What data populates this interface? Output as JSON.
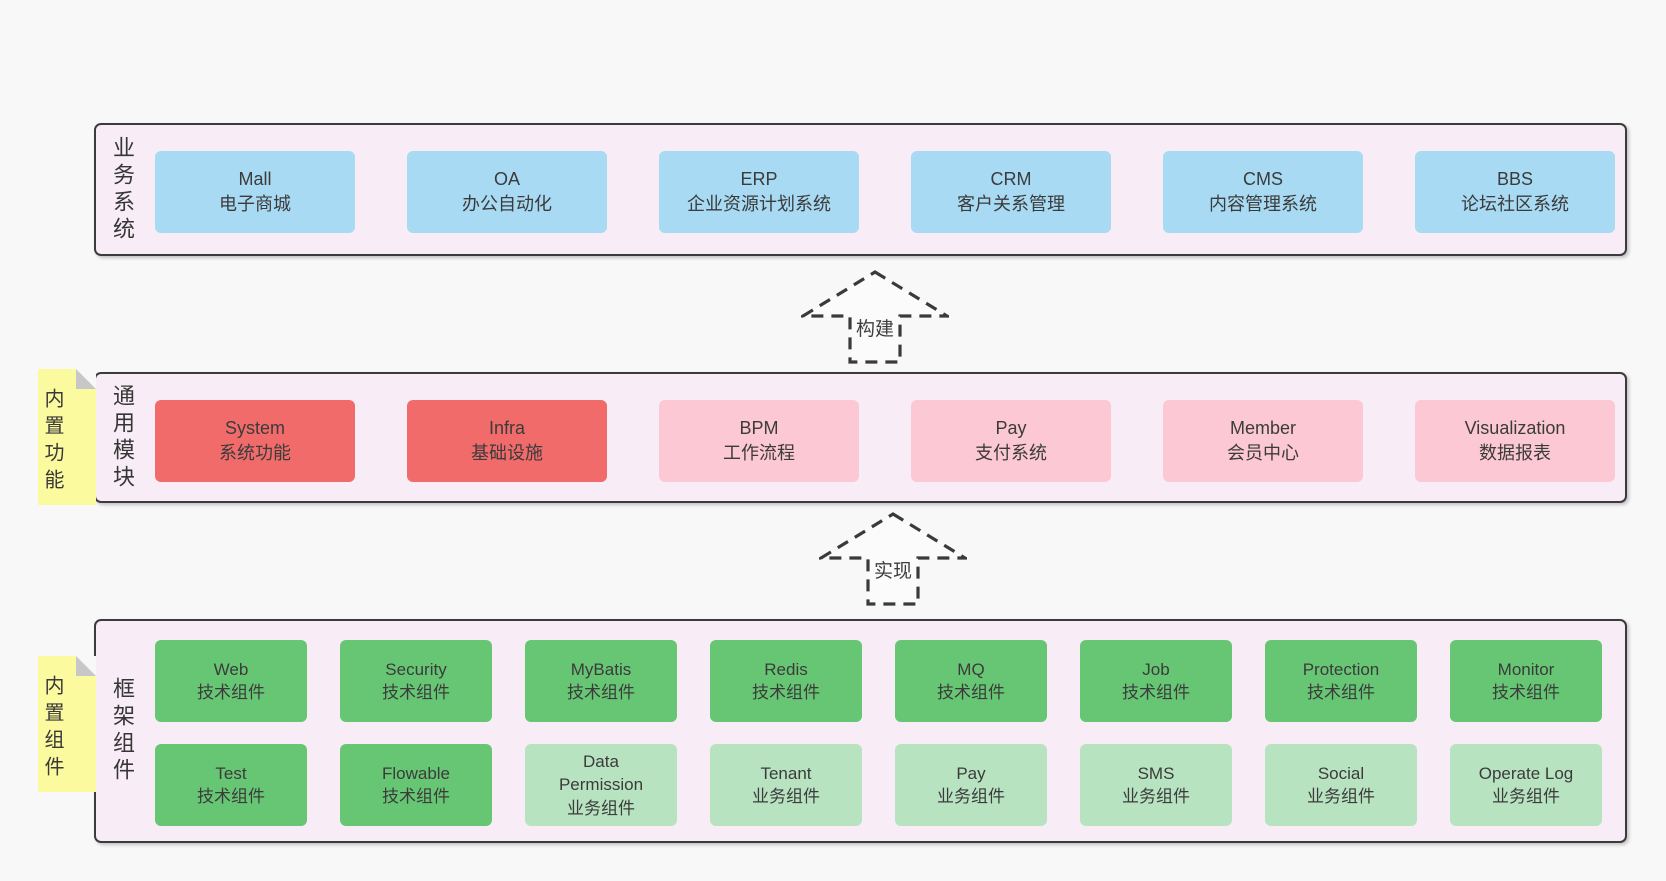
{
  "colors": {
    "page_bg": "#f8f8f8",
    "band_bg": "#f8edf6",
    "band_border": "#3c3c3c",
    "blue": "#a8daf3",
    "red": "#f16b6b",
    "pink": "#fbc8d3",
    "green": "#67c674",
    "light_green": "#b8e3c1",
    "note_yellow": "#fbfa9e",
    "text": "#3d3d3d"
  },
  "band1": {
    "label": "业务系统",
    "items": [
      {
        "name": "Mall",
        "desc": "电子商城"
      },
      {
        "name": "OA",
        "desc": "办公自动化"
      },
      {
        "name": "ERP",
        "desc": "企业资源计划系统"
      },
      {
        "name": "CRM",
        "desc": "客户关系管理"
      },
      {
        "name": "CMS",
        "desc": "内容管理系统"
      },
      {
        "name": "BBS",
        "desc": "论坛社区系统"
      }
    ]
  },
  "arrow1": {
    "label": "构建"
  },
  "band2": {
    "label": "通用模块",
    "note": "内置功能",
    "items": [
      {
        "name": "System",
        "desc": "系统功能"
      },
      {
        "name": "Infra",
        "desc": "基础设施"
      },
      {
        "name": "BPM",
        "desc": "工作流程"
      },
      {
        "name": "Pay",
        "desc": "支付系统"
      },
      {
        "name": "Member",
        "desc": "会员中心"
      },
      {
        "name": "Visualization",
        "desc": "数据报表"
      }
    ]
  },
  "arrow2": {
    "label": "实现"
  },
  "band3": {
    "label": "框架组件",
    "note": "内置组件",
    "row1": [
      {
        "name": "Web",
        "desc": "技术组件"
      },
      {
        "name": "Security",
        "desc": "技术组件"
      },
      {
        "name": "MyBatis",
        "desc": "技术组件"
      },
      {
        "name": "Redis",
        "desc": "技术组件"
      },
      {
        "name": "MQ",
        "desc": "技术组件"
      },
      {
        "name": "Job",
        "desc": "技术组件"
      },
      {
        "name": "Protection",
        "desc": "技术组件"
      },
      {
        "name": "Monitor",
        "desc": "技术组件"
      }
    ],
    "row2": [
      {
        "name": "Test",
        "desc": "技术组件"
      },
      {
        "name": "Flowable",
        "desc": "技术组件"
      },
      {
        "name": "Data Permission",
        "desc": "业务组件"
      },
      {
        "name": "Tenant",
        "desc": "业务组件"
      },
      {
        "name": "Pay",
        "desc": "业务组件"
      },
      {
        "name": "SMS",
        "desc": "业务组件"
      },
      {
        "name": "Social",
        "desc": "业务组件"
      },
      {
        "name": "Operate Log",
        "desc": "业务组件"
      }
    ]
  }
}
